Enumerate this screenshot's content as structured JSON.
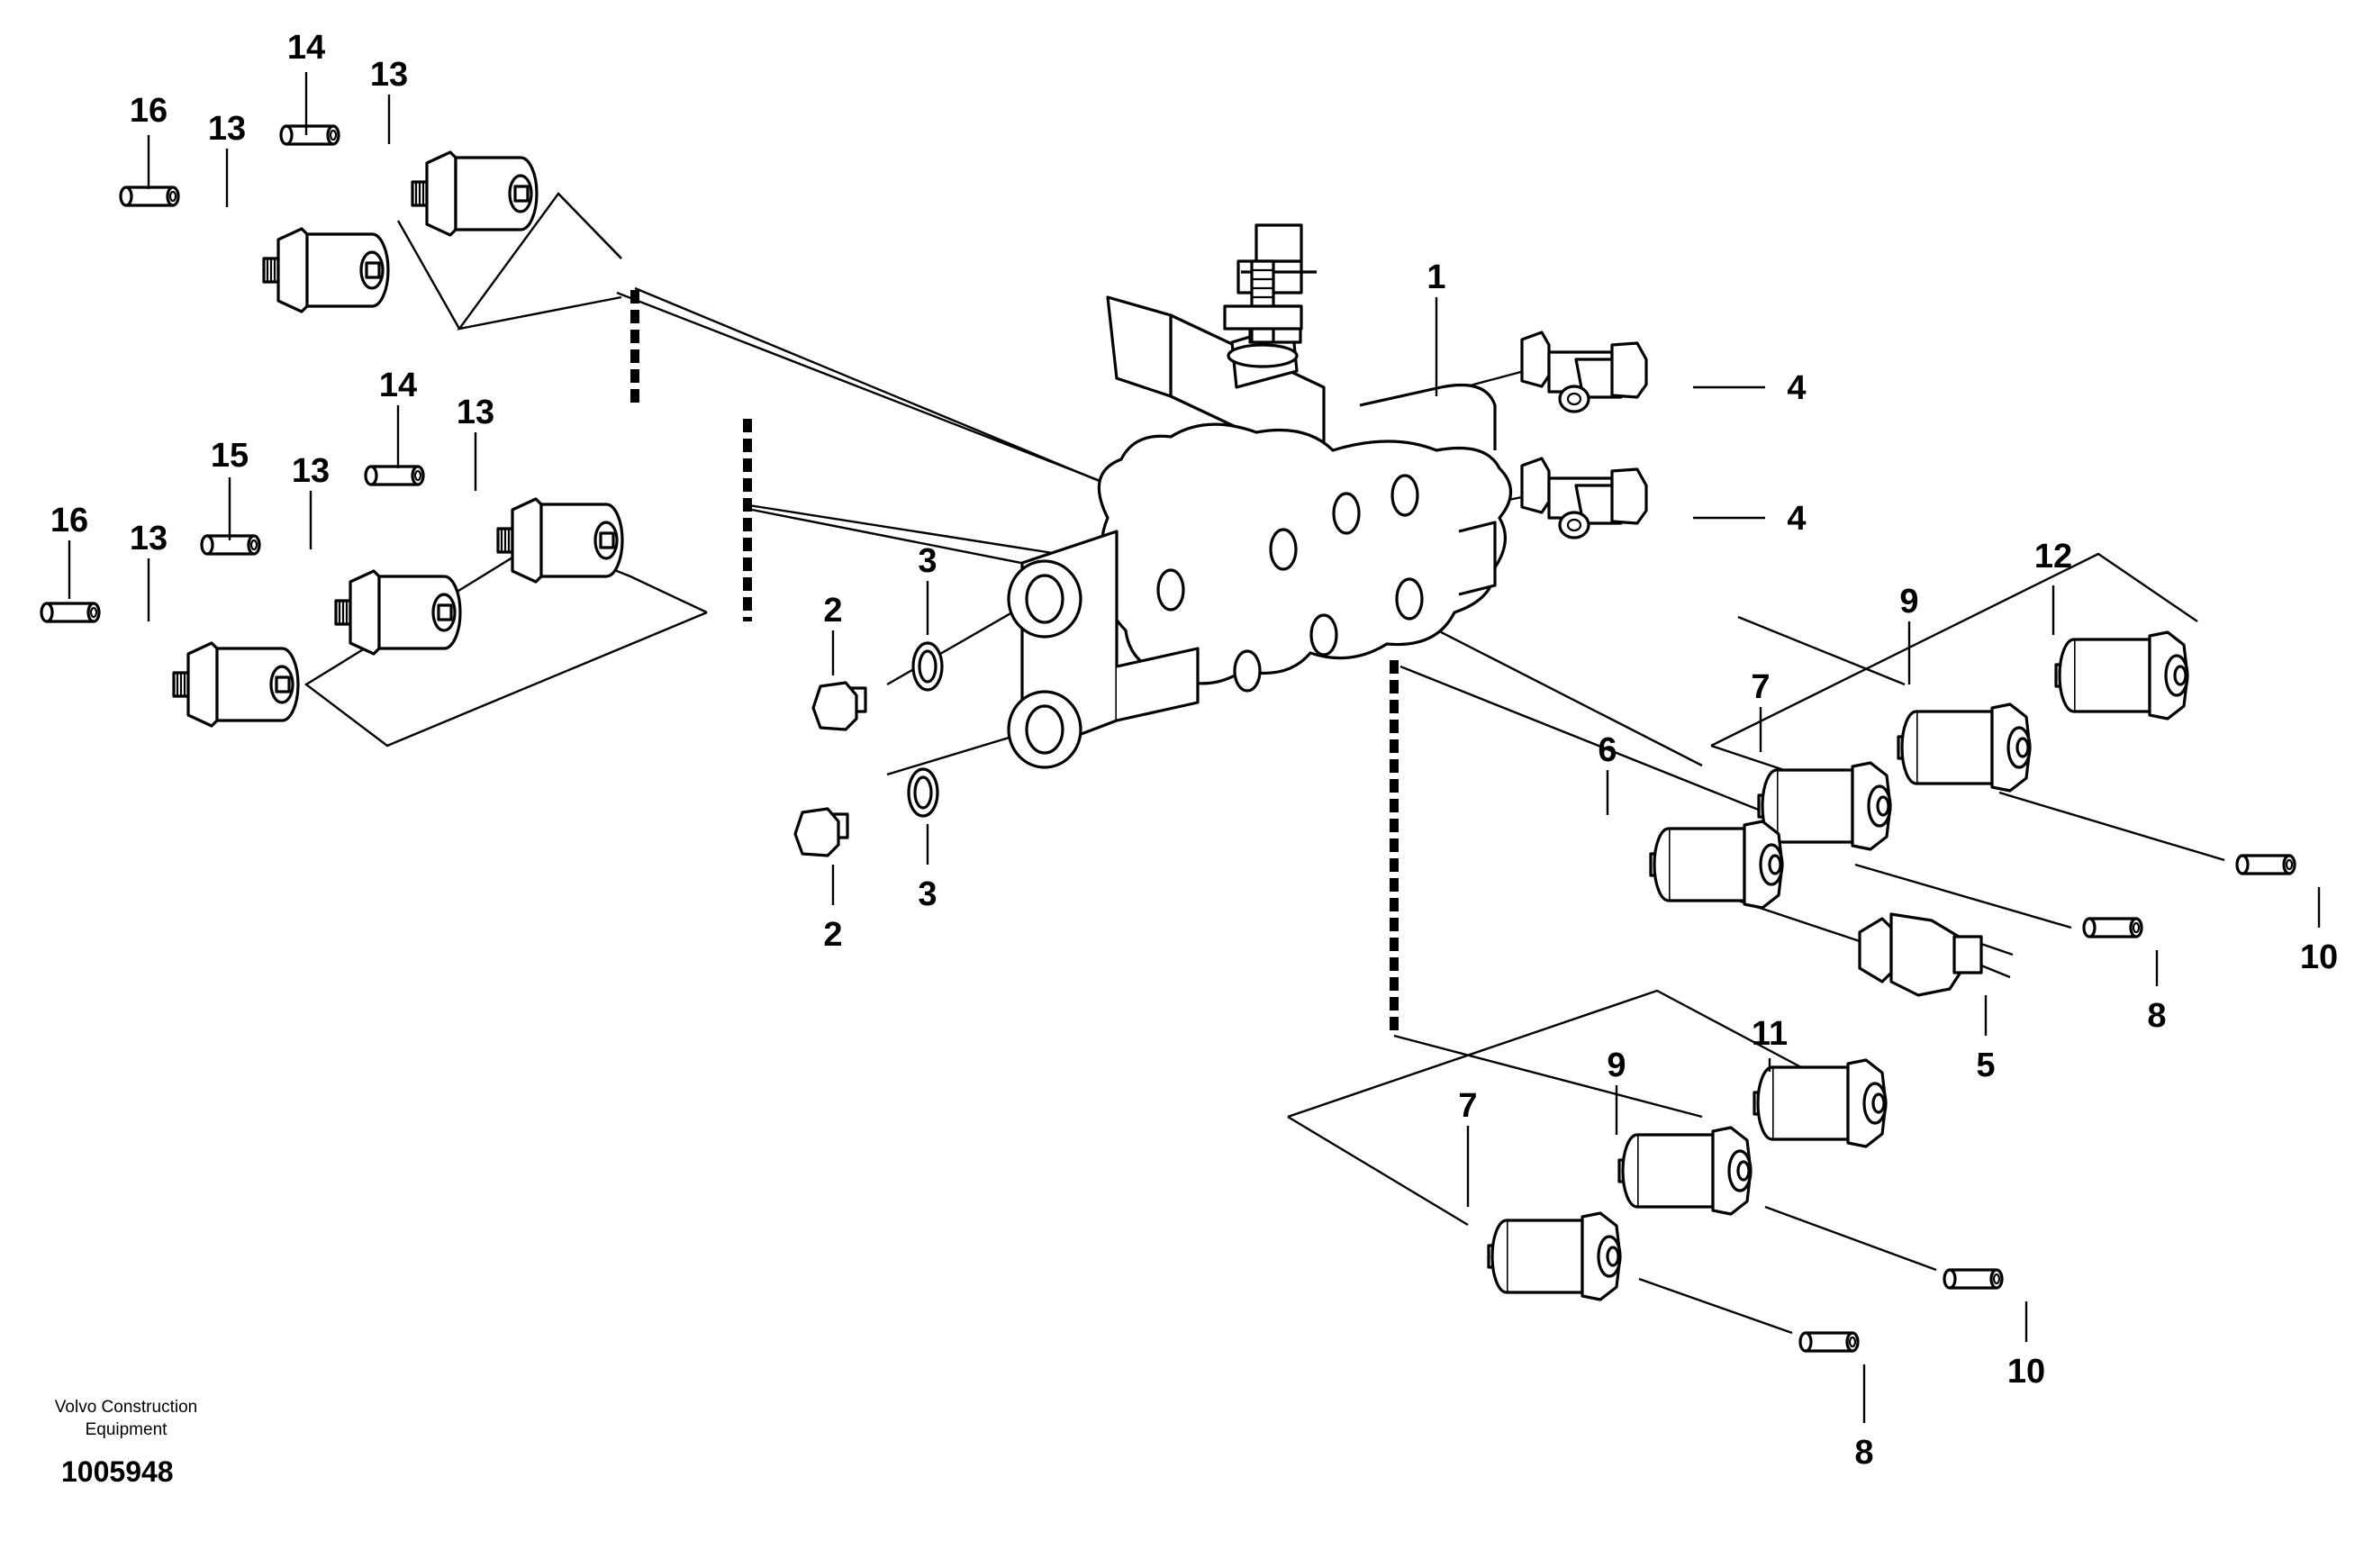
{
  "diagram": {
    "callouts": {
      "c1": "1",
      "c2a": "2",
      "c2b": "2",
      "c3a": "3",
      "c3b": "3",
      "c4a": "4",
      "c4b": "4",
      "c5": "5",
      "c6": "6",
      "c7a": "7",
      "c7b": "7",
      "c8a": "8",
      "c8b": "8",
      "c9a": "9",
      "c9b": "9",
      "c10a": "10",
      "c10b": "10",
      "c11": "11",
      "c12": "12",
      "c13a": "13",
      "c13b": "13",
      "c13c": "13",
      "c13d": "13",
      "c13e": "13",
      "c14a": "14",
      "c14b": "14",
      "c15": "15",
      "c16a": "16",
      "c16b": "16"
    },
    "credit_line1": "Volvo Construction",
    "credit_line2": "Equipment",
    "drawing_number": "1005948"
  }
}
